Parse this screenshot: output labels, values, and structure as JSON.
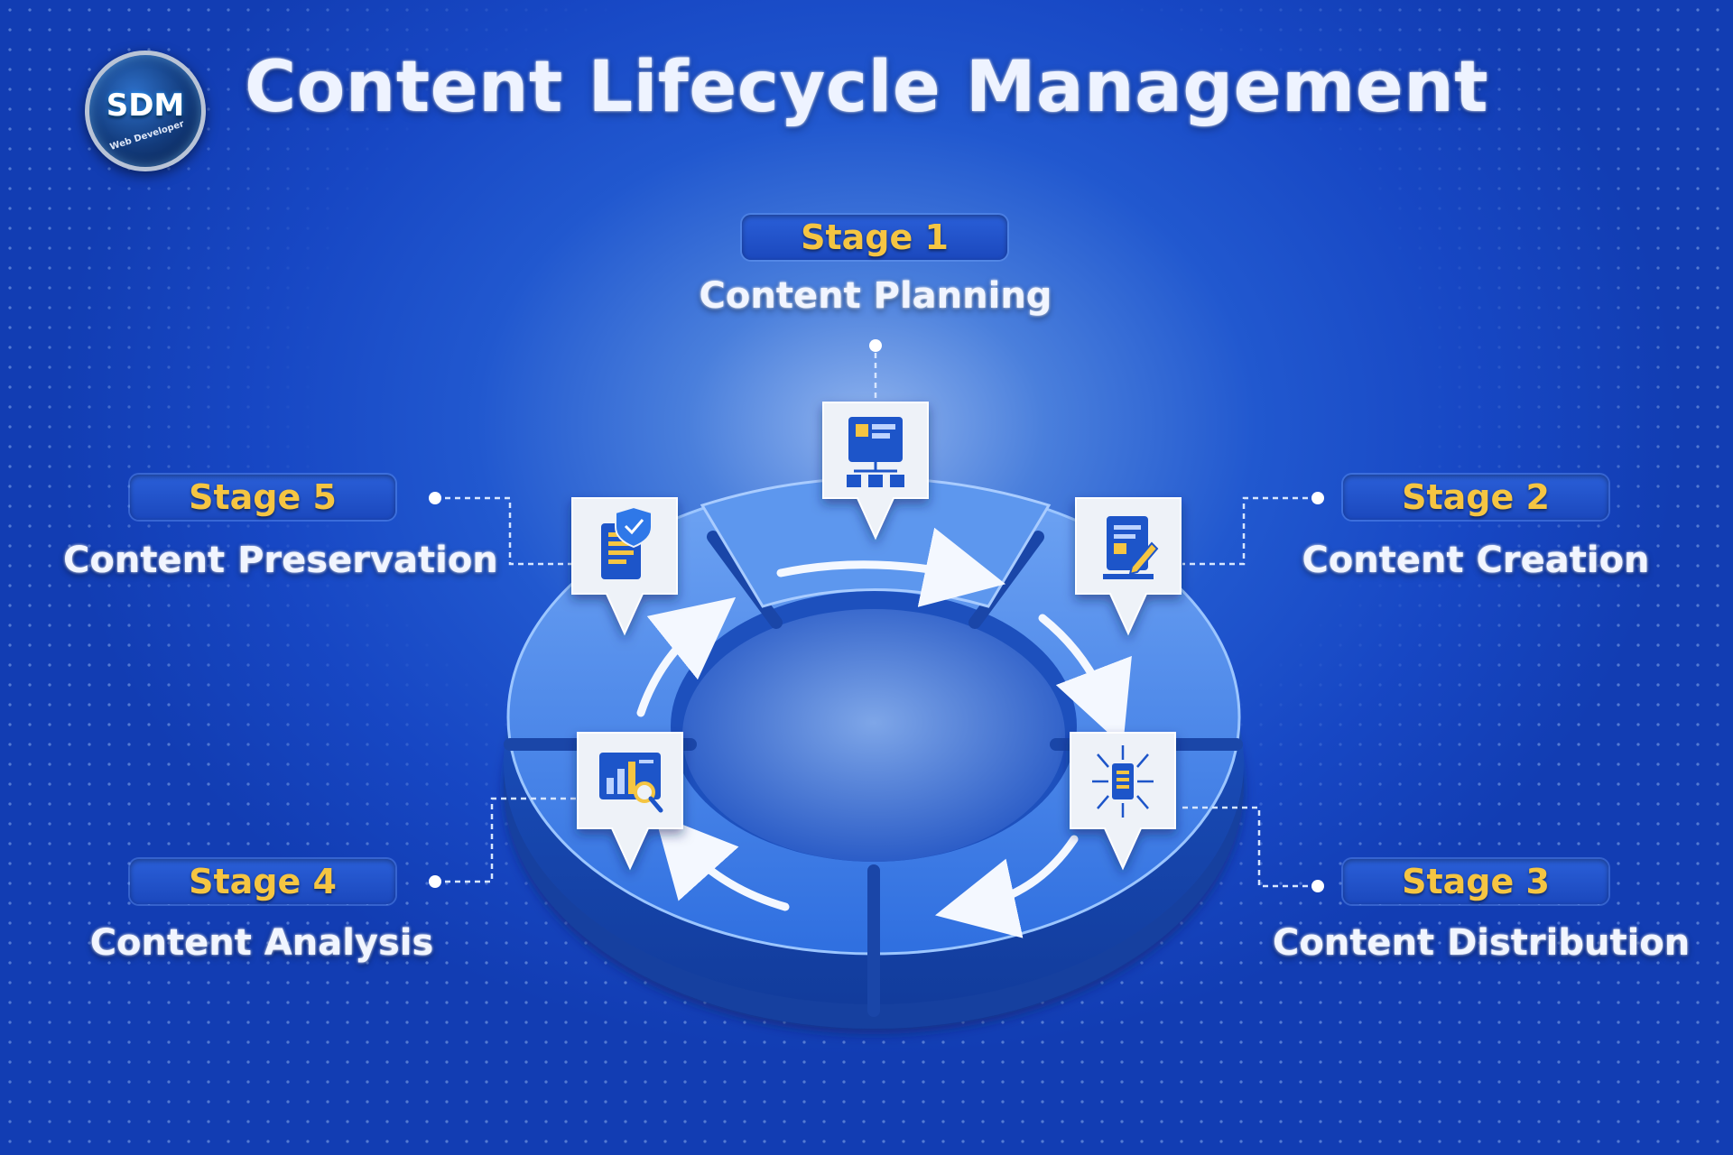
{
  "title": "Content Lifecycle Management",
  "logo": {
    "text": "SDM",
    "subtext": "Web Developer"
  },
  "stages": [
    {
      "label": "Stage 1",
      "name": "Content Planning",
      "icon": "planning-flowchart-icon"
    },
    {
      "label": "Stage 2",
      "name": "Content Creation",
      "icon": "document-edit-icon"
    },
    {
      "label": "Stage 3",
      "name": "Content Distribution",
      "icon": "distribution-share-icon"
    },
    {
      "label": "Stage 4",
      "name": "Content Analysis",
      "icon": "analytics-chart-icon"
    },
    {
      "label": "Stage 5",
      "name": "Content Preservation",
      "icon": "secure-document-icon"
    }
  ],
  "colors": {
    "background": "#1747c4",
    "accent": "#f5c542",
    "ring": "#2f78e8",
    "text": "#f1f5ff"
  }
}
